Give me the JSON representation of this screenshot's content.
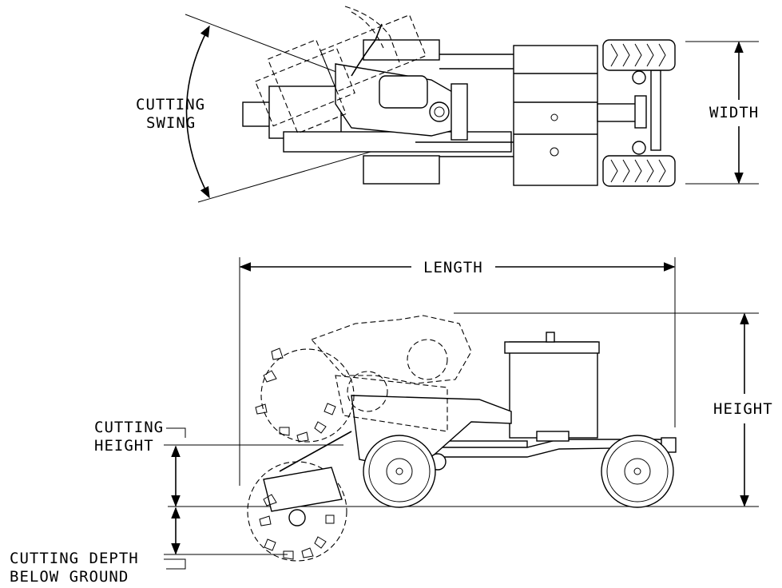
{
  "labels": {
    "cutting_swing_line1": "CUTTING",
    "cutting_swing_line2": "SWING",
    "width": "WIDTH",
    "length": "LENGTH",
    "height": "HEIGHT",
    "cutting_height_line1": "CUTTING",
    "cutting_height_line2": "HEIGHT",
    "cutting_depth_line1": "CUTTING DEPTH",
    "cutting_depth_line2": "BELOW GROUND"
  },
  "colors": {
    "line": "#000000",
    "background": "#ffffff"
  }
}
